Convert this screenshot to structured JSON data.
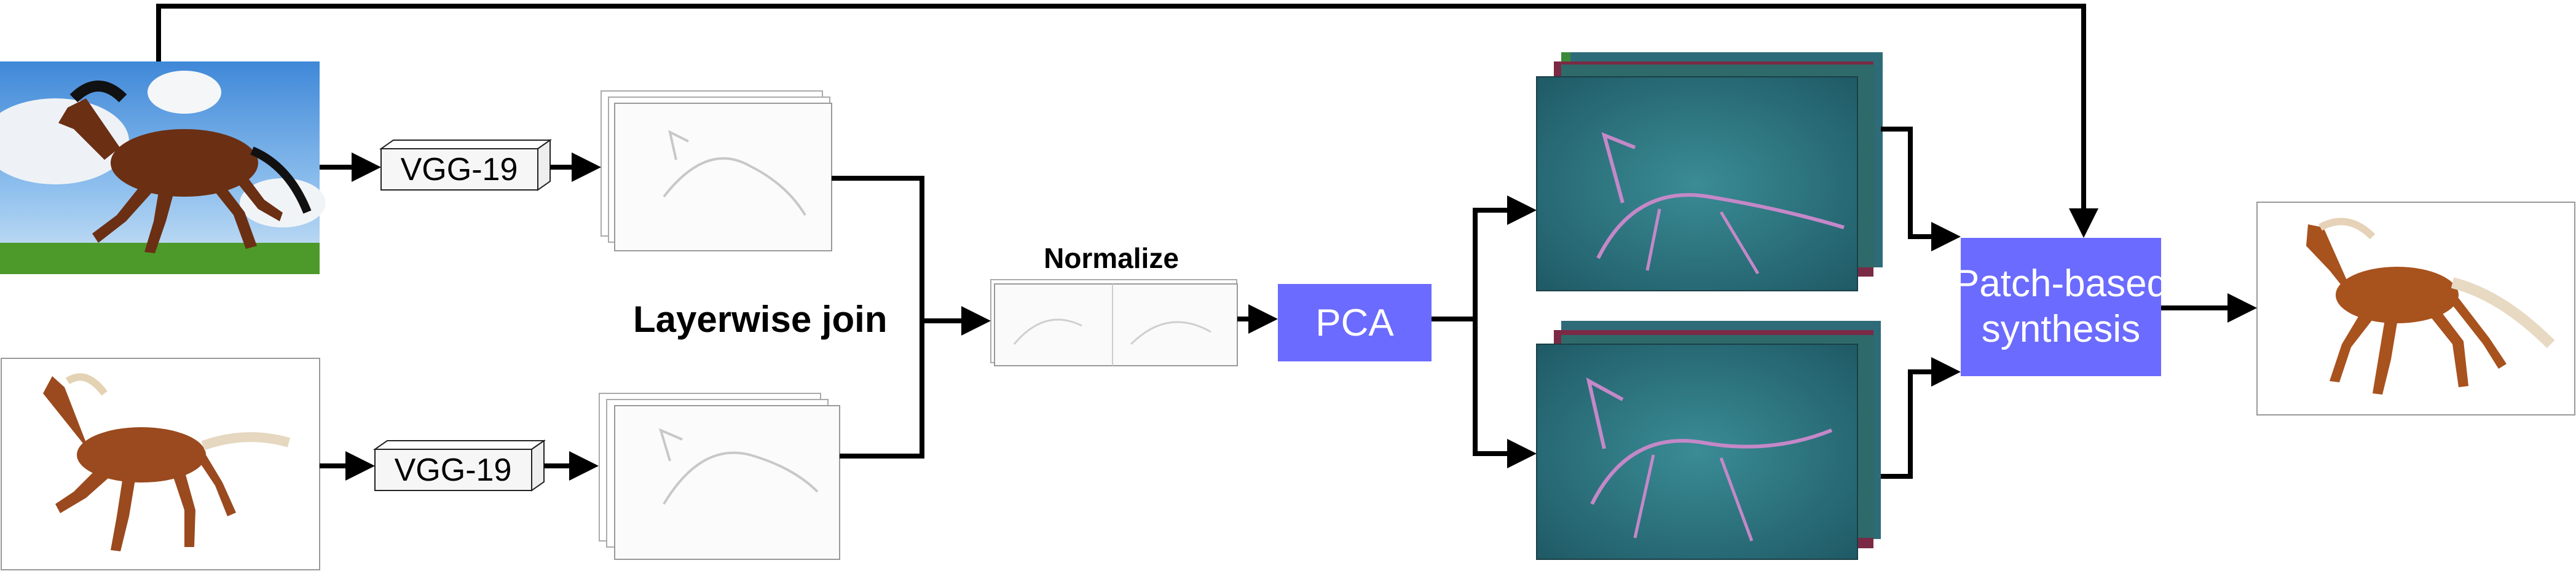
{
  "diagram": {
    "vgg_label_top": "VGG-19",
    "vgg_label_bottom": "VGG-19",
    "layerwise_join_label": "Layerwise join",
    "normalize_label": "Normalize",
    "pca_label": "PCA",
    "synthesis_label_line1": "Patch-based",
    "synthesis_label_line2": "synthesis",
    "colors": {
      "process_box": "#6b6bff",
      "feature_map_bg": "#2e6f7a",
      "line": "#000000"
    }
  }
}
